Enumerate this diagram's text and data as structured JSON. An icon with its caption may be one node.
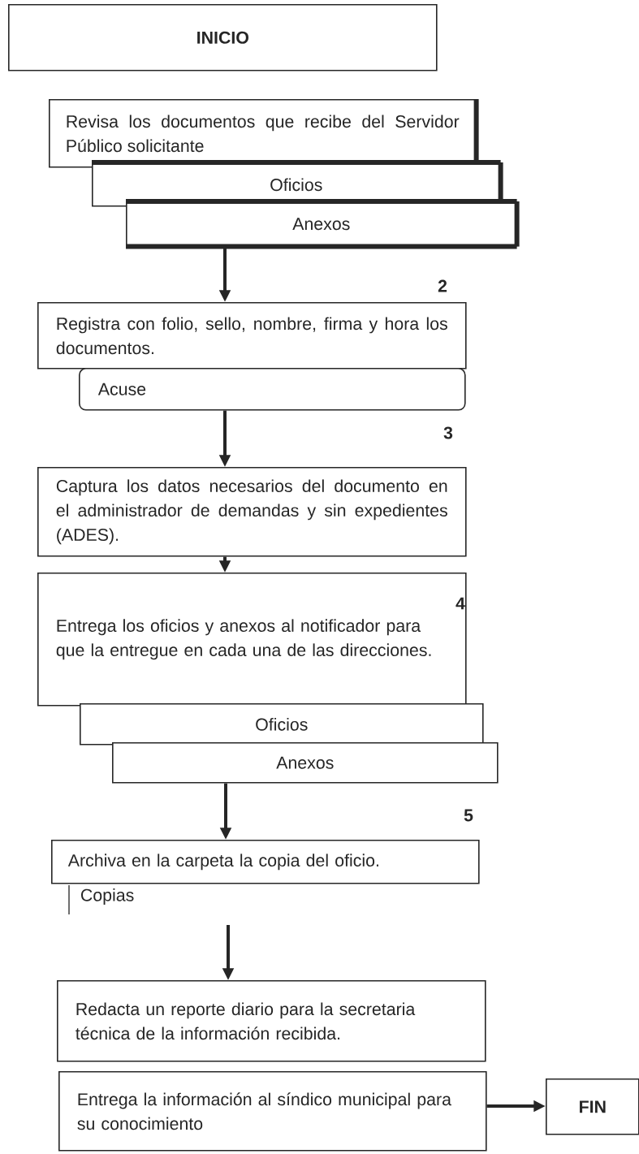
{
  "diagram": {
    "nodes": [
      {
        "text": [
          "INICIO"
        ]
      },
      {
        "text": [
          "Revisa los documentos que recibe del Servidor Público solicitante"
        ]
      },
      {
        "text": [
          "Oficios"
        ]
      },
      {
        "text": [
          "Anexos"
        ]
      },
      {
        "text": [
          "Registra con folio, sello, nombre, firma y hora los documentos."
        ]
      },
      {
        "text": [
          "Acuse"
        ]
      },
      {
        "text": [
          "Captura los datos necesarios del documento en el administrador de demandas y sin expedientes (ADES)."
        ]
      },
      {
        "text": [
          "Entrega los oficios y anexos al notificador para que la entregue en cada una de las direcciones."
        ]
      },
      {
        "text": [
          "Oficios"
        ]
      },
      {
        "text": [
          "Anexos"
        ]
      },
      {
        "text": [
          "Archiva en la carpeta la copia del oficio."
        ]
      },
      {
        "text": [
          "Redacta un reporte diario para la secretaria técnica de la información recibida."
        ]
      },
      {
        "text": [
          "Entrega la información al síndico municipal para su conocimiento"
        ]
      },
      {
        "text": [
          "FIN"
        ]
      }
    ],
    "edges": [
      {
        "from": 3,
        "to": 4,
        "arrow": "to"
      },
      {
        "from": 5,
        "to": 6,
        "arrow": "to"
      },
      {
        "from": 6,
        "to": 7,
        "arrow": "to"
      },
      {
        "from": 9,
        "to": 10,
        "arrow": "to"
      },
      {
        "from": null,
        "to": 11,
        "arrow": "to"
      },
      {
        "from": 12,
        "to": 13,
        "arrow": "to"
      }
    ],
    "labels": [
      "2",
      "3",
      "4",
      "5",
      "Copias"
    ]
  }
}
